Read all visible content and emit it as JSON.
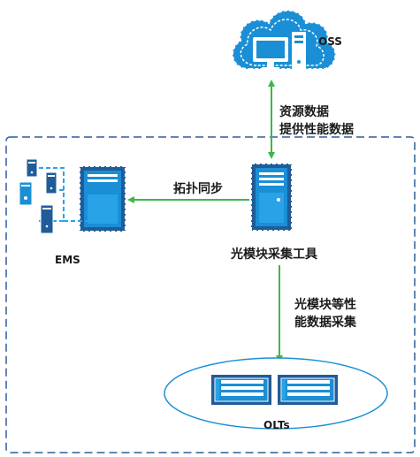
{
  "nodes": {
    "oss": "OSS",
    "ems": "EMS",
    "tool": "光模块采集工具",
    "olts": "OLTs"
  },
  "edges": {
    "oss_to_tool_line1": "资源数据",
    "oss_to_tool_line2": "提供性能数据",
    "tool_to_ems": "拓扑同步",
    "tool_to_olts_line1": "光模块等性",
    "tool_to_olts_line2": "能数据采集"
  },
  "colors": {
    "blue": "#1a8fd6",
    "dark_blue": "#1f5c99",
    "arrow_green": "#3cb84a",
    "frame_dash": "#2b5f9e"
  }
}
